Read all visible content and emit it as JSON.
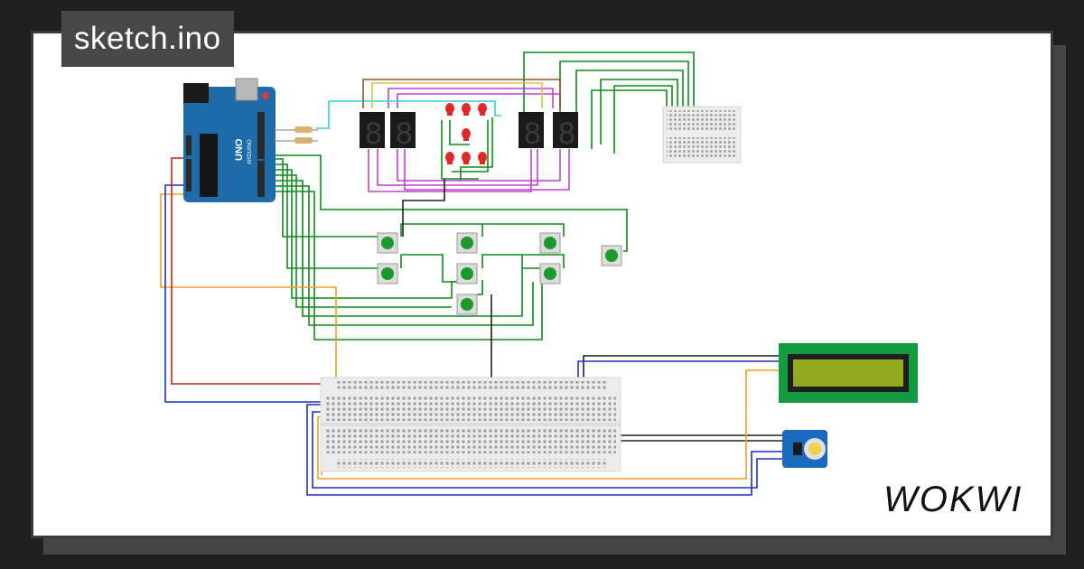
{
  "window": {
    "title": "sketch.ino"
  },
  "brand": {
    "name": "WOKWI"
  },
  "colors": {
    "background": "#1f1f1f",
    "canvas": "#ffffff",
    "arduino_board": "#1f6aa8",
    "wire_green": "#0f8a1e",
    "wire_magenta": "#c040d0",
    "wire_cyan": "#30d0e0",
    "wire_orange": "#f0a020",
    "wire_blue": "#1f2fc0",
    "wire_red": "#d02020",
    "wire_black": "#202020",
    "led_red": "#e02828",
    "button_green": "#1a9a2a",
    "lcd_frame": "#119a40",
    "lcd_screen": "#94aa1e",
    "rtc_board": "#1a6ac0"
  },
  "arduino": {
    "board_label": "UNO",
    "brand_label": "ARDUINO"
  },
  "components": {
    "seven_segment_digit": "8"
  }
}
